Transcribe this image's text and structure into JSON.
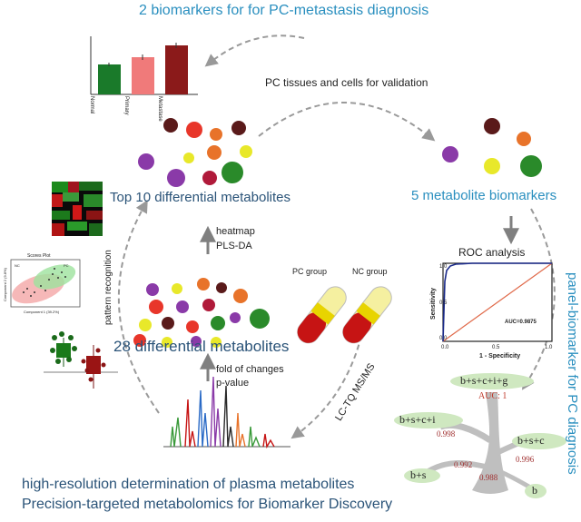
{
  "labels": {
    "top_title": "2 biomarkers for  for PC-metastasis diagnosis",
    "validation": "PC tissues and cells for validation",
    "top10": "Top 10 differential metabolites",
    "five": "5 metabolite biomarkers",
    "roc": "ROC analysis",
    "panel": "panel-biomarker for PC diagnosis",
    "heatmap": "heatmap",
    "plsda": "PLS-DA",
    "pattern": "pattern recognition",
    "twentyeight": "28 differential metabolites",
    "fold": "fold of changes",
    "pvalue": "p-value",
    "pc_group": "PC group",
    "nc_group": "NC group",
    "lctq": "LC-TQ MS/MS",
    "bottom1": "high-resolution determination of plasma metabolites",
    "bottom2": "Precision-targeted metabolomics for Biomarker Discovery"
  },
  "bar_mini": {
    "categories": [
      "Normal",
      "Primary",
      "Metastase"
    ],
    "colors": [
      "#1a7a2a",
      "#f07a7a",
      "#8b1a1a"
    ]
  },
  "roc_plot": {
    "xlabel": "1 - Specificity",
    "ylabel": "Sensitivity",
    "auc": "AUC=0.9875",
    "ticks": [
      "0.0",
      "0.5",
      "1.0"
    ]
  },
  "scores_plot": {
    "title": "Scores Plot",
    "xlabel": "Component 1 (39.2%)",
    "ylabel": "Component 2 (9.8%)",
    "legend": [
      "NC",
      "PC"
    ]
  },
  "tree": {
    "top": "b+s+c+i+g",
    "auc": "AUC: 1",
    "n4": "b+s+c+i",
    "n3": "b+s+c",
    "n2": "b+s",
    "n1": "b",
    "v4": "0.998",
    "v3": "0.996",
    "v2": "0.992",
    "v1": "0.988"
  }
}
